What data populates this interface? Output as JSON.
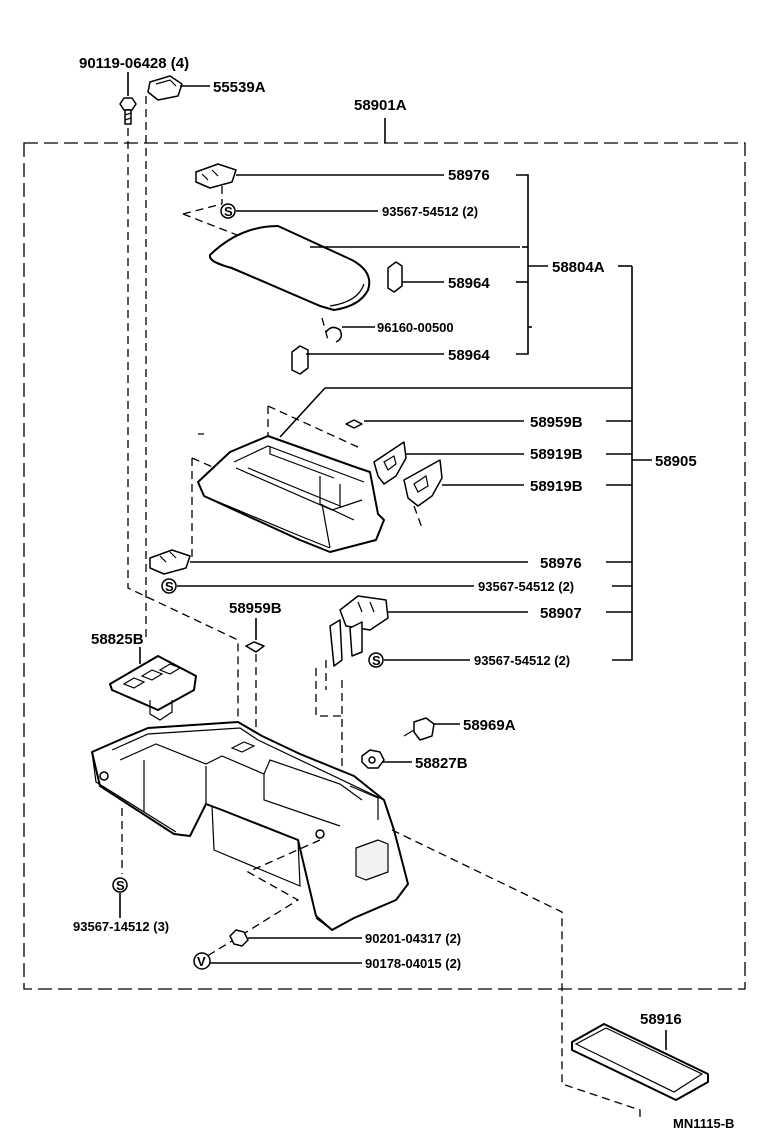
{
  "diagram_code": "MN1115-B",
  "assembly_main": "58901A",
  "sub_assembly_lid": "58804A",
  "sub_assembly_box": "58905",
  "parts": {
    "p90119_06428": "90119-06428 (4)",
    "p55539A": "55539A",
    "p58976_top": "58976",
    "p93567_54512_top": "93567-54512 (2)",
    "p58964_right": "58964",
    "p96160_00500": "96160-00500",
    "p58964_bottom": "58964",
    "p58959B_right": "58959B",
    "p58919B_a": "58919B",
    "p58919B_b": "58919B",
    "p58976_mid": "58976",
    "p93567_54512_mid": "93567-54512 (2)",
    "p58959B_left": "58959B",
    "p58907": "58907",
    "p93567_54512_low": "93567-54512 (2)",
    "p58825B": "58825B",
    "p58969A": "58969A",
    "p58827B": "58827B",
    "p93567_14512": "93567-14512 (3)",
    "p90201_04317": "90201-04317 (2)",
    "p90178_04015": "90178-04015 (2)",
    "p58916": "58916"
  },
  "screw_symbol": "S"
}
